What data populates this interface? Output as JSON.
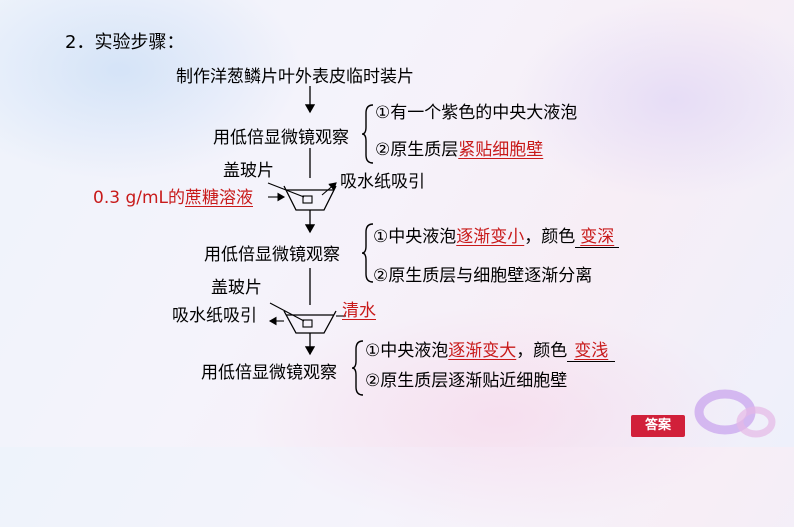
{
  "heading": "2．实验步骤：",
  "step_prepare": "制作洋葱鳞片叶外表皮临时装片",
  "observe_1": {
    "label": "用低倍显微镜观察",
    "line1": "①有一个紫色的中央大液泡",
    "line2_prefix": "②原生质层",
    "line2_answer": "紧贴细胞壁"
  },
  "treatment_1": {
    "cover": "盖玻片",
    "reagent": "0.3 g/mL的",
    "reagent_answer": "蔗糖溶液",
    "absorb": "吸水纸吸引"
  },
  "observe_2": {
    "label": "用低倍显微镜观察",
    "line1_prefix": "①中央液泡",
    "line1_answer": "逐渐变小",
    "line1_mid": "，颜色",
    "line1_answer2": "变深",
    "line2": "②原生质层与细胞壁逐渐分离"
  },
  "treatment_2": {
    "cover": "盖玻片",
    "absorb": "吸水纸吸引",
    "reagent_answer": "清水"
  },
  "observe_3": {
    "label": "用低倍显微镜观察",
    "line1_prefix": "①中央液泡",
    "line1_answer": "逐渐变大",
    "line1_mid": "，颜色",
    "line1_answer2": "变浅",
    "line2": "②原生质层逐渐贴近细胞壁"
  },
  "answer_button": "答案",
  "colors": {
    "answer_red": "#c81a1a",
    "button_bg": "#d1203a"
  }
}
